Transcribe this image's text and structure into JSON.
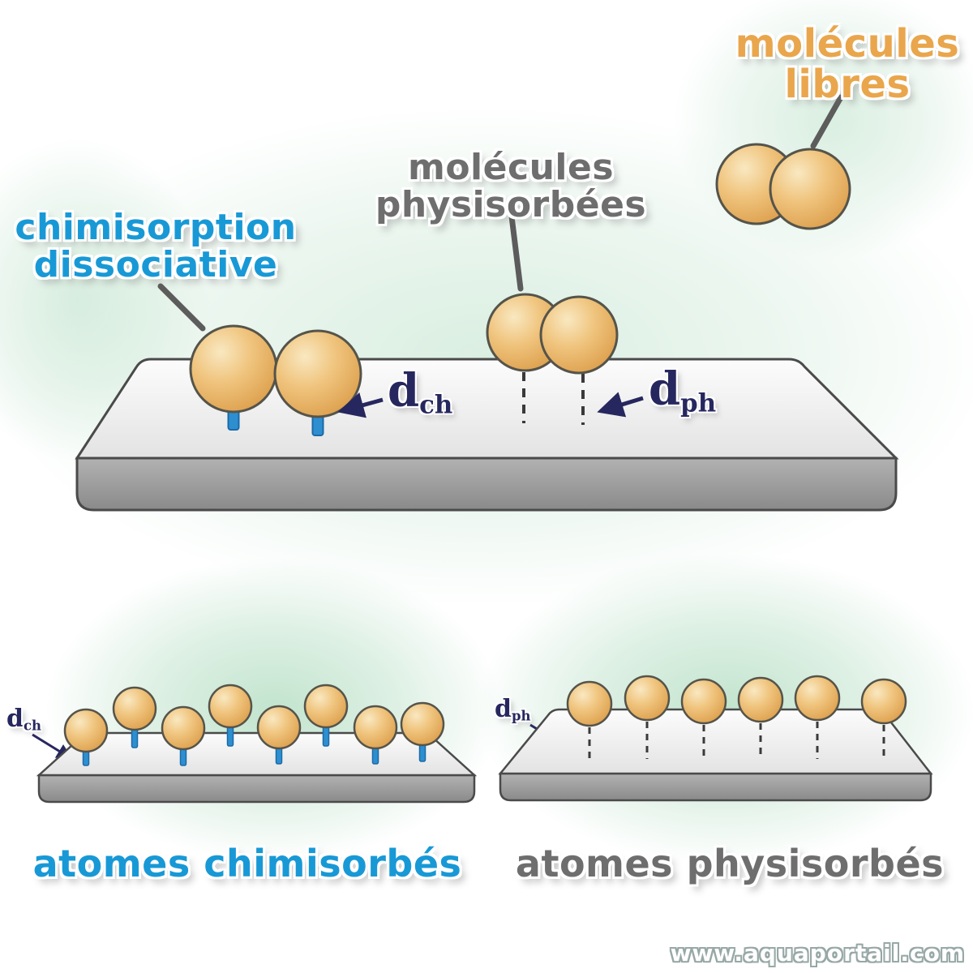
{
  "annotations": {
    "free_molecules": {
      "line1": "molécules",
      "line2": "libres"
    },
    "physisorbed_molecules": {
      "line1": "molécules",
      "line2": "physisorbées"
    },
    "dissociative_chemisorption": {
      "line1": "chimisorption",
      "line2": "dissociative"
    },
    "d_ch": {
      "symbol": "d",
      "subscript": "ch"
    },
    "d_ph": {
      "symbol": "d",
      "subscript": "ph"
    }
  },
  "captions": {
    "chemisorbed_atoms": "atomes chimisorbés",
    "physisorbed_atoms": "atomes physisorbés"
  },
  "watermark": "www.aquaportail.com",
  "colors": {
    "molecule_orange": "#eab366",
    "bond_blue": "#2e8fd0",
    "label_blue": "#1899d6",
    "label_gray": "#6e6e6e",
    "label_orange": "#e9a64c",
    "distance_navy": "#27275f",
    "slab_top_gray": "#f0f0f0",
    "slab_side_gray": "#989898",
    "background_green": "#cde8d6"
  }
}
